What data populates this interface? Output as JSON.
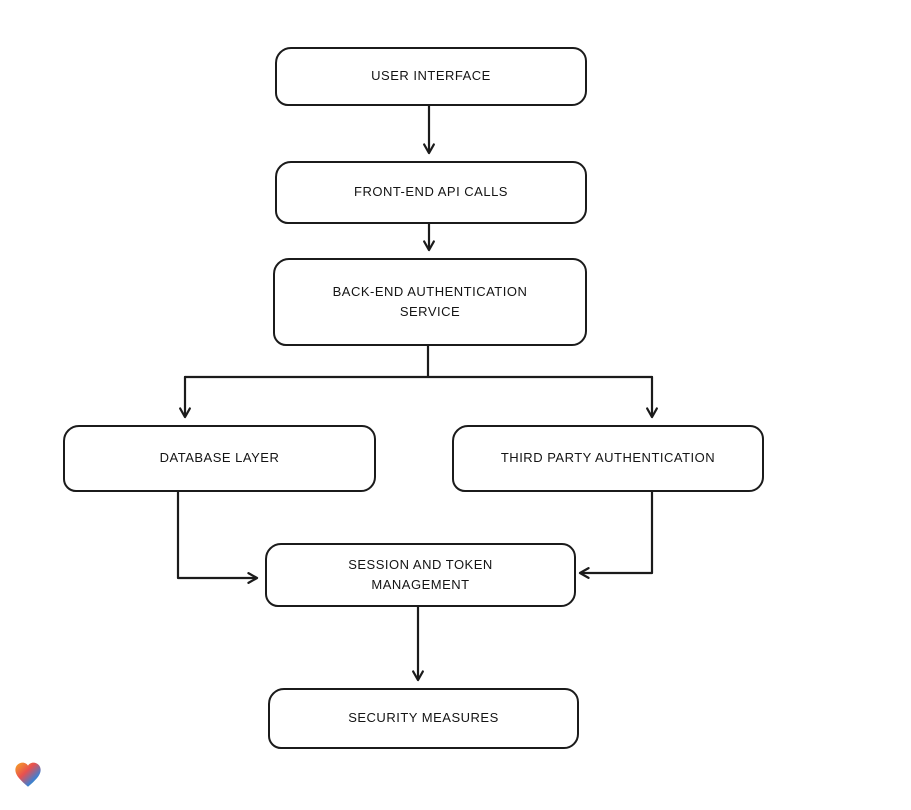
{
  "page": {
    "background_color": "#ffffff",
    "stroke_color": "#1b1b1b"
  },
  "diagram": {
    "type": "flowchart",
    "nodes": [
      {
        "id": "user-interface",
        "label": "USER INTERFACE"
      },
      {
        "id": "front-end-api-calls",
        "label": "FRONT-END API CALLS"
      },
      {
        "id": "back-end-authentication-service",
        "label": "BACK-END AUTHENTICATION SERVICE"
      },
      {
        "id": "database-layer",
        "label": "DATABASE LAYER"
      },
      {
        "id": "third-party-authentication",
        "label": "THIRD PARTY AUTHENTICATION"
      },
      {
        "id": "session-and-token-management",
        "label": "SESSION AND TOKEN MANAGEMENT"
      },
      {
        "id": "security-measures",
        "label": "SECURITY MEASURES"
      }
    ],
    "edges": [
      {
        "from": "user-interface",
        "to": "front-end-api-calls"
      },
      {
        "from": "front-end-api-calls",
        "to": "back-end-authentication-service"
      },
      {
        "from": "back-end-authentication-service",
        "to": "database-layer"
      },
      {
        "from": "back-end-authentication-service",
        "to": "third-party-authentication"
      },
      {
        "from": "database-layer",
        "to": "session-and-token-management"
      },
      {
        "from": "third-party-authentication",
        "to": "session-and-token-management"
      },
      {
        "from": "session-and-token-management",
        "to": "security-measures"
      }
    ],
    "logo": {
      "icon": "heart-icon",
      "colors": [
        "#f6a623",
        "#e8504f",
        "#3f7fd1",
        "#35a65c"
      ]
    }
  }
}
